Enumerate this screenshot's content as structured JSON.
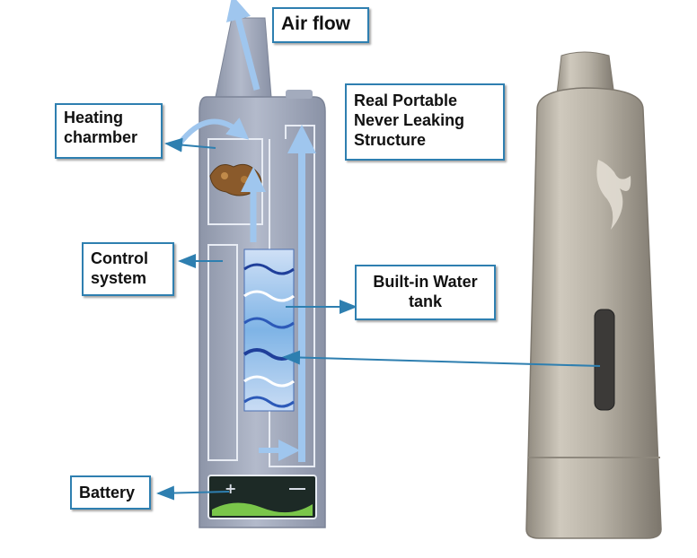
{
  "labels": {
    "air_flow": "Air flow",
    "heating": "Heating\ncharmber",
    "structure": "Real Portable\nNever Leaking\nStructure",
    "control": "Control\nsystem",
    "water_tank": "Built-in Water\ntank",
    "battery": "Battery"
  },
  "colors": {
    "callout_border": "#2e7fb0",
    "arrow": "#2e7fb0",
    "device_body": "#9ea6b8",
    "device_silver": "#b5afa3",
    "water": "#6aa6dd",
    "battery_green": "#7ac64a"
  }
}
